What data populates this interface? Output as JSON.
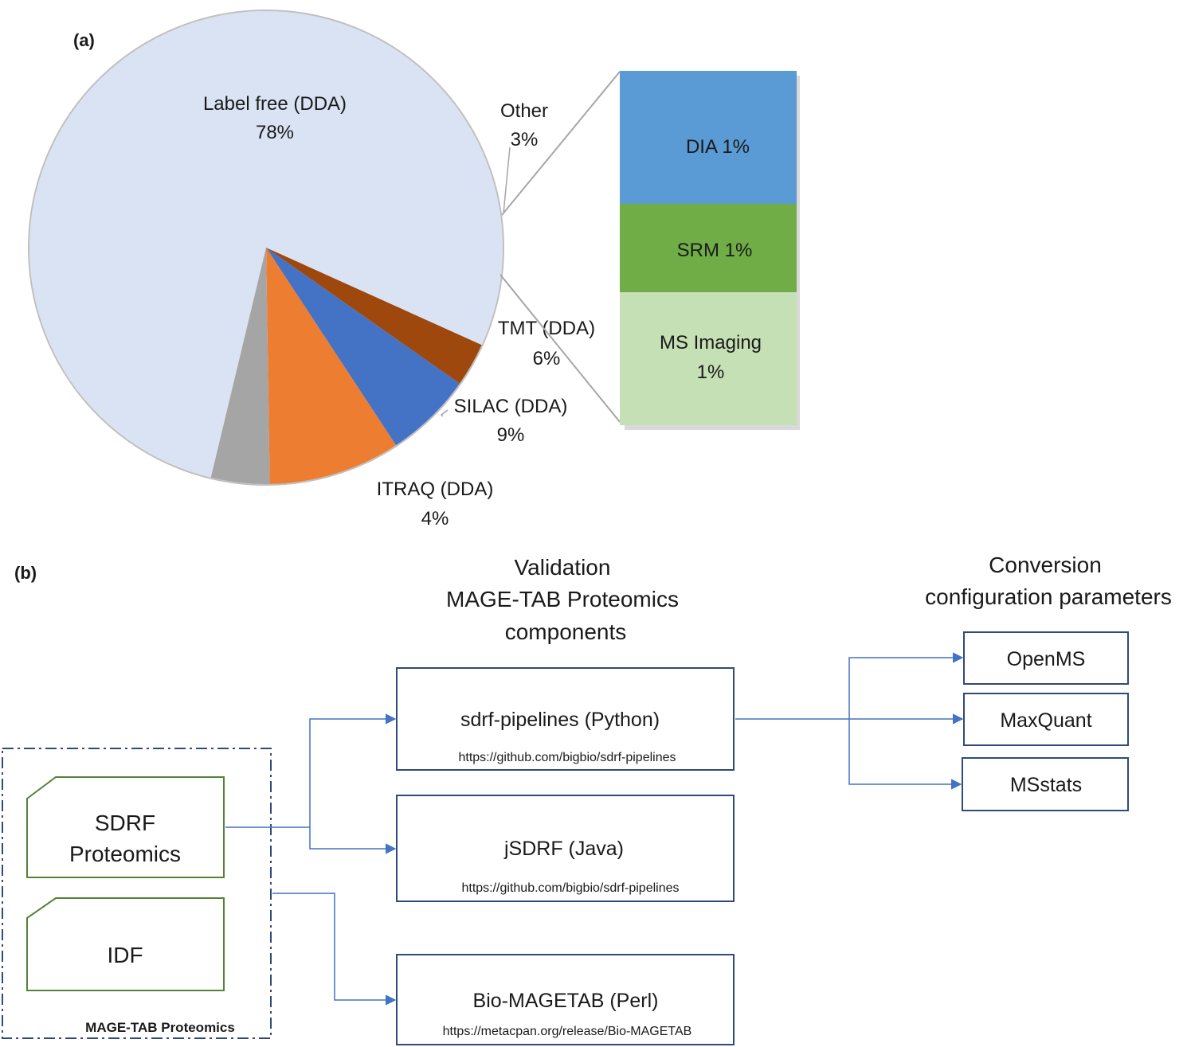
{
  "panel_a": {
    "label": "(a)",
    "chart_data": {
      "type": "pie",
      "slices": [
        {
          "name": "Label free (DDA)",
          "value": 78,
          "label": "78%",
          "color": "#dae3f3"
        },
        {
          "name": "Other",
          "value": 3,
          "label": "3%",
          "color": "#9e480e"
        },
        {
          "name": "TMT (DDA)",
          "value": 6,
          "label": "6%",
          "color": "#4472c4"
        },
        {
          "name": "SILAC (DDA)",
          "value": 9,
          "label": "9%",
          "color": "#ed7d31"
        },
        {
          "name": "ITRAQ (DDA)",
          "value": 4,
          "label": "4%",
          "color": "#a5a5a5"
        }
      ],
      "breakdown_of": "Other",
      "breakdown": [
        {
          "name": "DIA 1%",
          "value": 1,
          "color": "#5b9bd5"
        },
        {
          "name": "SRM 1%",
          "value": 1,
          "color": "#70ad47"
        },
        {
          "name": "MS Imaging",
          "sub": "1%",
          "value": 1,
          "color": "#c5e0b4"
        }
      ]
    }
  },
  "panel_b": {
    "label": "(b)",
    "headings": {
      "validation": [
        "Validation",
        "MAGE-TAB Proteomics",
        "components"
      ],
      "conversion": [
        "Conversion",
        "configuration parameters"
      ]
    },
    "container_label": "MAGE-TAB Proteomics",
    "files": {
      "sdrf": [
        "SDRF",
        "Proteomics"
      ],
      "idf": "IDF"
    },
    "validators": [
      {
        "name": "sdrf-pipelines (Python)",
        "url": "https://github.com/bigbio/sdrf-pipelines"
      },
      {
        "name": "jSDRF (Java)",
        "url": "https://github.com/bigbio/sdrf-pipelines"
      },
      {
        "name": "Bio-MAGETAB (Perl)",
        "url": "https://metacpan.org/release/Bio-MAGETAB"
      }
    ],
    "tools": [
      "OpenMS",
      "MaxQuant",
      "MSstats"
    ],
    "colors": {
      "box_border": "#2f4a7a",
      "file_border": "#548235",
      "arrow": "#4472c4"
    }
  }
}
